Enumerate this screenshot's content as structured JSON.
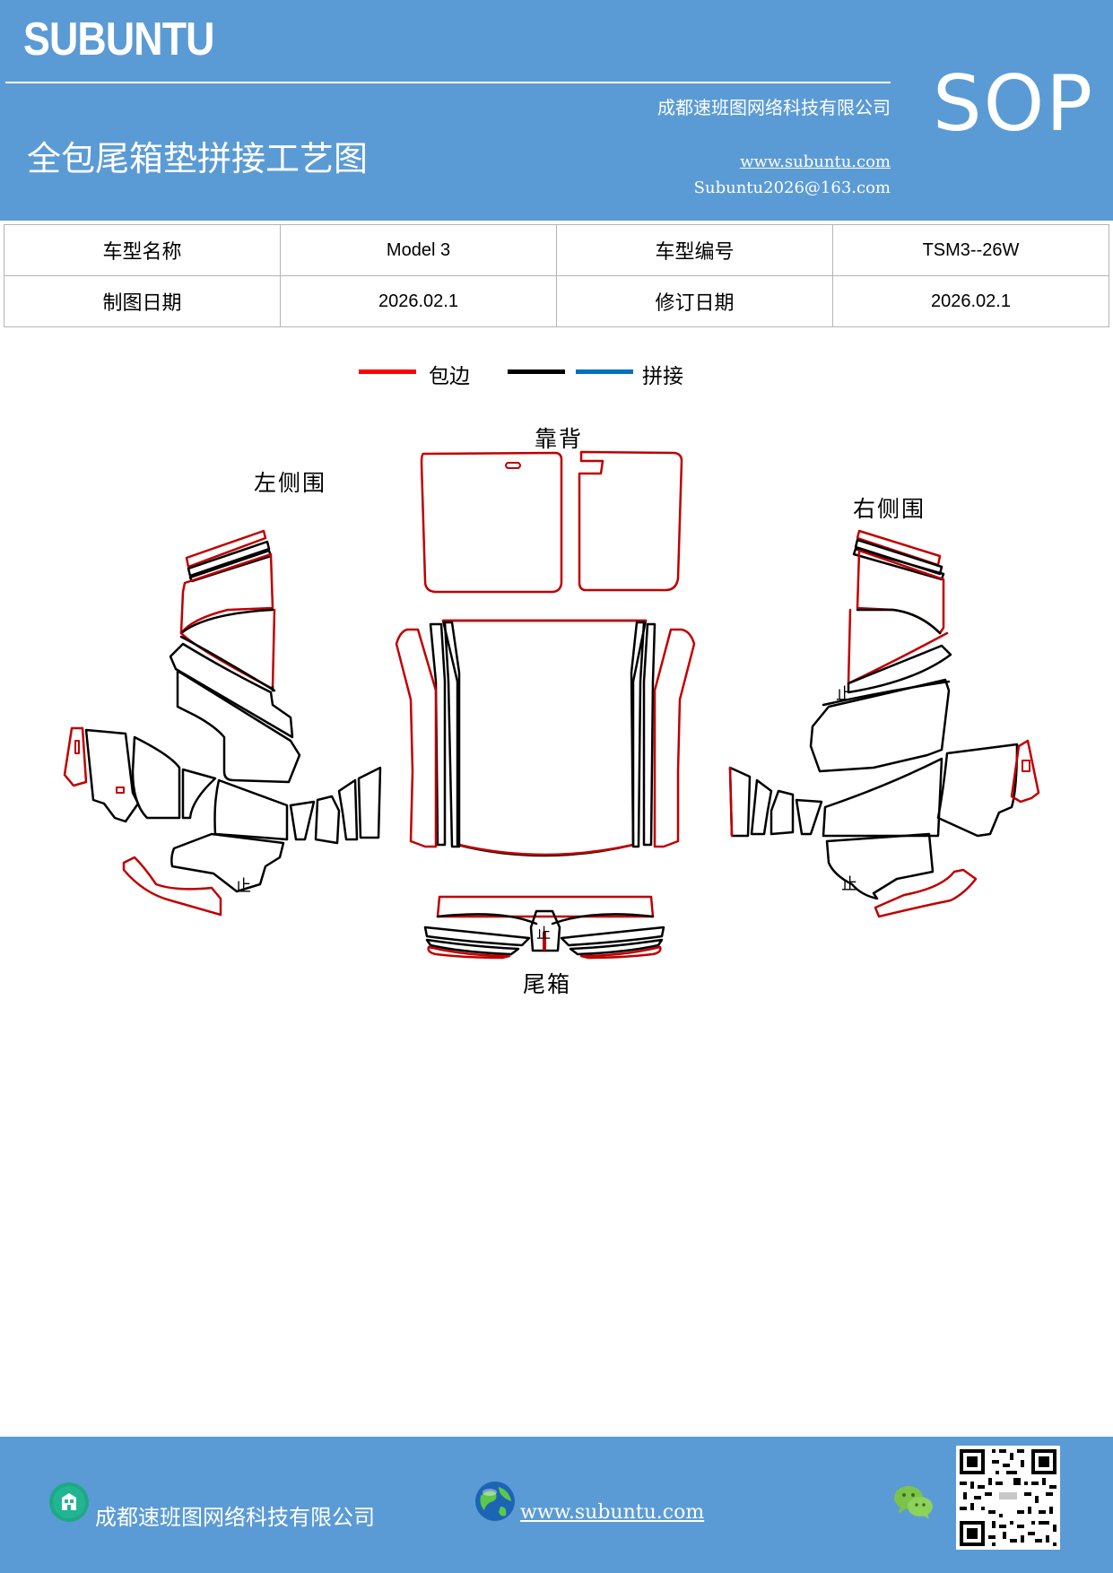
{
  "header": {
    "brand": "SUBUNTU",
    "company": "成都速班图网络科技有限公司",
    "title": "全包尾箱垫拼接工艺图",
    "website": "www.subuntu.com",
    "email": "Subuntu2026@163.com",
    "badge": "SOP",
    "background_color": "#5b9bd5"
  },
  "info_table": {
    "rows": [
      {
        "label1": "车型名称",
        "value1": "Model 3",
        "label2": "车型编号",
        "value2": "TSM3--26W"
      },
      {
        "label1": "制图日期",
        "value1": "2026.02.1",
        "label2": "修订日期",
        "value2": "2026.02.1"
      }
    ]
  },
  "legend": {
    "items": [
      {
        "label": "包边",
        "color": "#ff0000"
      },
      {
        "label": "",
        "color": "#000000"
      },
      {
        "label": "拼接",
        "color": "#0070c0"
      }
    ]
  },
  "diagram": {
    "labels": {
      "backrest": "靠背",
      "left_side": "左侧围",
      "right_side": "右侧围",
      "trunk": "尾箱",
      "stop_mark": "止"
    },
    "colors": {
      "edge": "#c00000",
      "seam": "#000000"
    }
  },
  "footer": {
    "company": "成都速班图网络科技有限公司",
    "website": "www.subuntu.com",
    "icons": [
      "building-icon",
      "globe-icon",
      "wechat-icon",
      "qr-code"
    ]
  }
}
